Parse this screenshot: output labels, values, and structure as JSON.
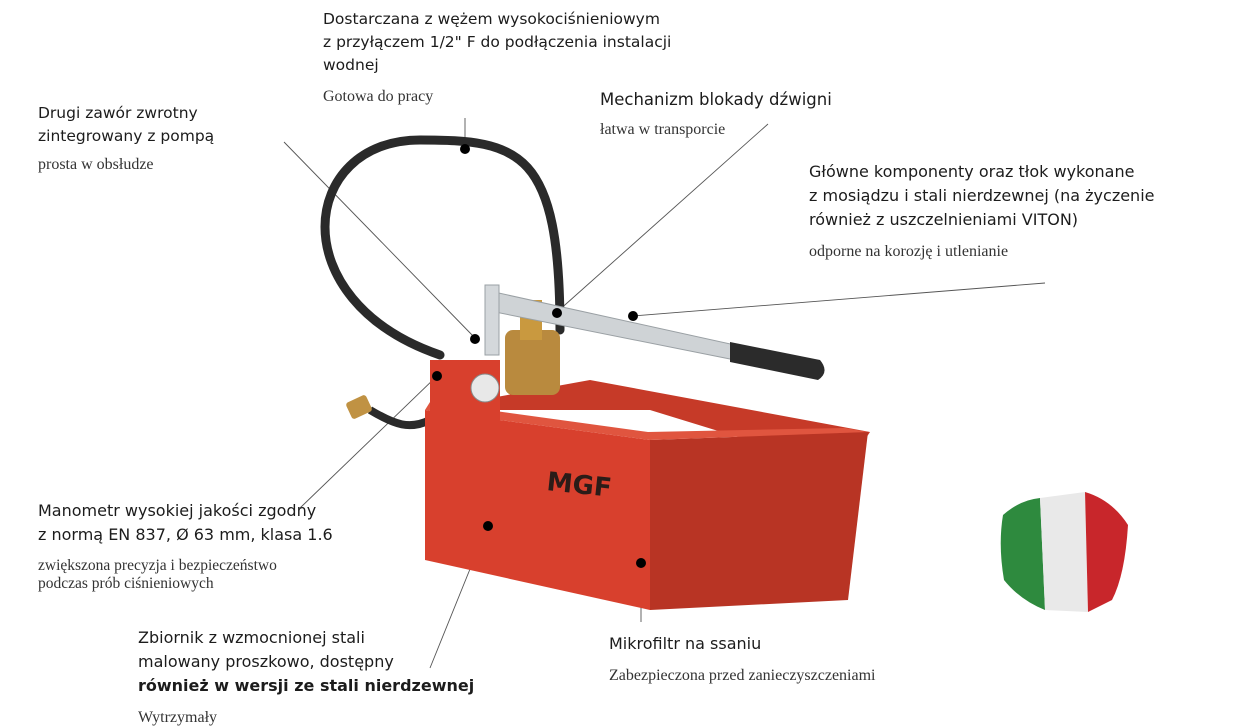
{
  "features": [
    {
      "id": "hose",
      "title": "Dostarczana z wężem wysokociśnieniowym\nz przyłączem 1/2\" F do podłączenia instalacji\nwodnej",
      "subtitle": "Gotowa do pracy"
    },
    {
      "id": "lever-lock",
      "title": "Mechanizm blokady dźwigni",
      "subtitle": "łatwa w transporcie"
    },
    {
      "id": "check-valve",
      "title": "Drugi zawór zwrotny\nzintegrowany z pompą",
      "subtitle": "prosta w obsłudze"
    },
    {
      "id": "brass",
      "title": "Główne komponenty oraz tłok wykonane\nz mosiądzu i stali nierdzewnej (na życzenie\nrównież z uszczelnieniami VITON)",
      "subtitle": "odporne na korozję i utlenianie"
    },
    {
      "id": "gauge",
      "title": "Manometr wysokiej jakości zgodny\nz normą EN 837, Ø 63 mm, klasa 1.6",
      "subtitle": "zwiększona precyzja i bezpieczeństwo\npodczas prób ciśnieniowych"
    },
    {
      "id": "tank",
      "title_plain": "Zbiornik z wzmocnionej stali\nmalowany proszkowo, dostępny\n",
      "title_bold": "również w wersji ze stali nierdzewnej",
      "subtitle": "Wytrzymały"
    },
    {
      "id": "filter",
      "title": "Mikrofiltr na ssaniu",
      "subtitle": "Zabezpieczona przed zanieczyszczeniami"
    }
  ],
  "product": {
    "brand_mark": "MGF"
  },
  "colors": {
    "tank_red": "#d8402d",
    "brass": "#b98a3e",
    "hose": "#2a2a2a",
    "flag_green": "#2e8a3e",
    "flag_white": "#e9e9e9",
    "flag_red": "#c8262b"
  },
  "icons": [
    "italy-flag-icon"
  ]
}
